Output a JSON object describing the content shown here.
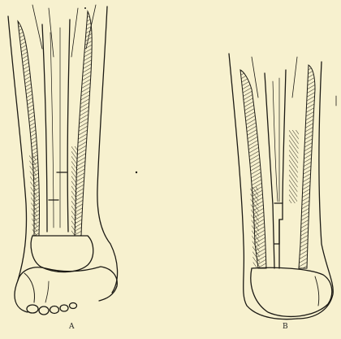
{
  "figure": {
    "panels": [
      {
        "id": "A",
        "label": "A"
      },
      {
        "id": "B",
        "label": "B"
      }
    ],
    "colors": {
      "paper": "#f7f1cf",
      "ink": "#1c1a14",
      "hatch": "#3a372a"
    }
  }
}
